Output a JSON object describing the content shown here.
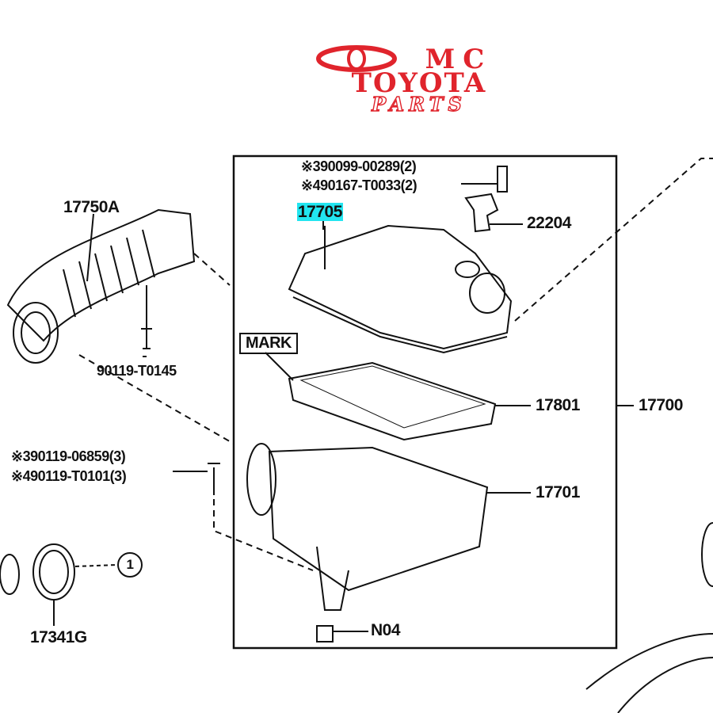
{
  "logo": {
    "line1": "MC",
    "line2": "TOYOTA",
    "line3": "PARTS",
    "brand_color": "#e0242c"
  },
  "labels": {
    "p17750A": "17750A",
    "p90119_T0145": "90119-T0145",
    "bolt1": "※390099-00289(2)",
    "bolt2": "※490167-T0033(2)",
    "p17705": "17705",
    "p22204": "22204",
    "mark": "MARK",
    "p17801": "17801",
    "p17700": "17700",
    "bolt3": "※390119-06859(3)",
    "bolt4": "※490119-T0101(3)",
    "p17701": "17701",
    "ref1": "1",
    "p17341G": "17341G",
    "N04": "N04"
  },
  "highlight_color": "#22e5f0"
}
